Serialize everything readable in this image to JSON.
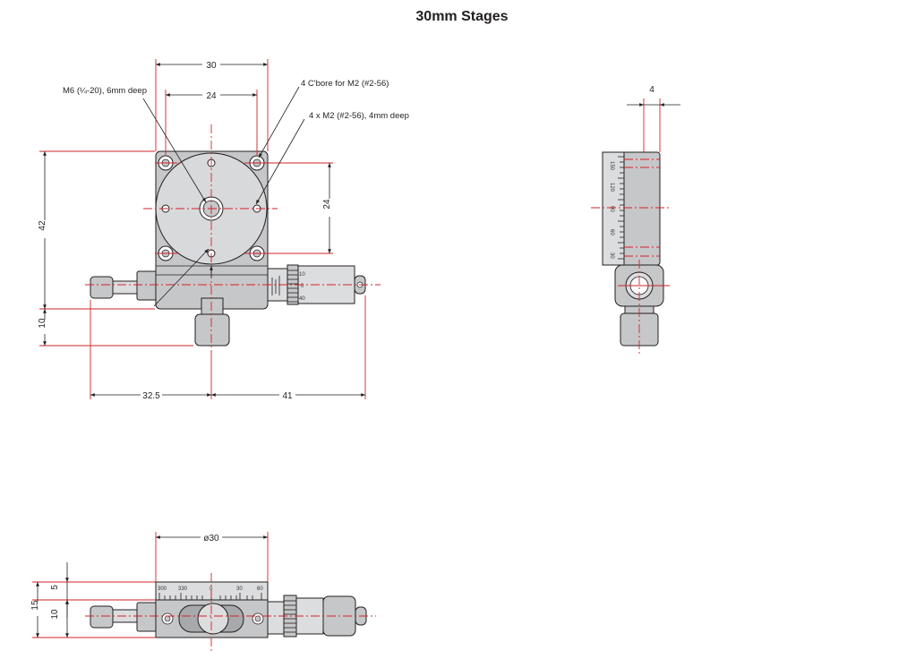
{
  "title": "30mm Stages",
  "top_view": {
    "dim_width_outer": "30",
    "dim_width_holes": "24",
    "dim_height_holes": "24",
    "dim_height": "42",
    "dim_lower": "10",
    "dim_left": "32.5",
    "dim_right": "41",
    "note_center_tap": "M6 (¼-20), 6mm deep",
    "note_cbore": "4 C'bore for M2 (#2-56)",
    "note_taps": "4 x M2 (#2-56), 4mm deep",
    "micrometer_marks": [
      "10",
      "0",
      "40"
    ]
  },
  "side_view": {
    "dim_top": "4",
    "scale_marks": [
      "150",
      "120",
      "90",
      "60",
      "30"
    ]
  },
  "front_view": {
    "dim_diameter": "ø30",
    "dim_total_height": "15",
    "dim_upper": "5",
    "dim_lower": "10",
    "scale_marks": [
      "300",
      "330",
      "0",
      "30",
      "60"
    ]
  },
  "colors": {
    "dimension_line": "#d2232a",
    "outline": "#231f20",
    "body_fill": "#c6c7c9"
  }
}
